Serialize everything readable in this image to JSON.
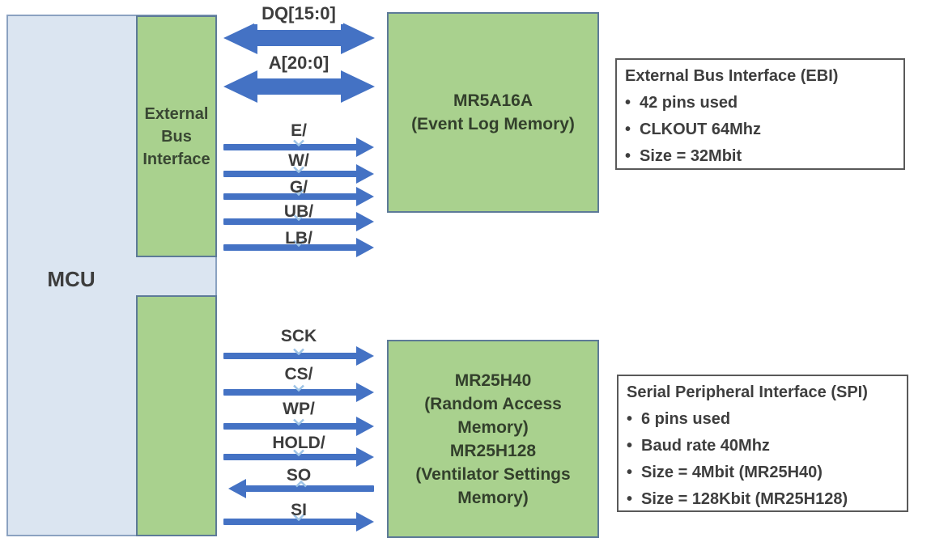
{
  "icons": {
    "bullet": "•"
  },
  "blocks": {
    "mcu": {
      "label": "MCU"
    },
    "ebi_interface": {
      "label": "External Bus Interface"
    },
    "event_log_memory": {
      "name": "MR5A16A",
      "subtitle": "(Event Log Memory)"
    },
    "settings_memory": {
      "name1": "MR25H40",
      "subtitle1": "(Random Access Memory)",
      "name2": "MR25H128",
      "subtitle2": "(Ventilator Settings Memory)"
    }
  },
  "signals": {
    "ebi": [
      {
        "label": "DQ[15:0]",
        "style": "bidirectional"
      },
      {
        "label": "A[20:0]",
        "style": "bidirectional"
      },
      {
        "label": "E/",
        "style": "right"
      },
      {
        "label": "W/",
        "style": "right"
      },
      {
        "label": "G/",
        "style": "right"
      },
      {
        "label": "UB/",
        "style": "right"
      },
      {
        "label": "LB/",
        "style": "right"
      }
    ],
    "spi": [
      {
        "label": "SCK",
        "style": "right"
      },
      {
        "label": "CS/",
        "style": "right"
      },
      {
        "label": "WP/",
        "style": "right"
      },
      {
        "label": "HOLD/",
        "style": "right"
      },
      {
        "label": "SO",
        "style": "left"
      },
      {
        "label": "SI",
        "style": "right"
      }
    ]
  },
  "notes": {
    "ebi": {
      "title": "External Bus Interface (EBI)",
      "items": [
        "42 pins used",
        "CLKOUT 64Mhz",
        "Size = 32Mbit"
      ]
    },
    "spi": {
      "title": "Serial Peripheral Interface (SPI)",
      "items": [
        "6 pins used",
        "Baud rate 40Mhz",
        "Size = 4Mbit (MR25H40)",
        "Size = 128Kbit (MR25H128)"
      ]
    }
  },
  "colors": {
    "mcu_fill": "#dbe5f1",
    "mcu_border": "#8ba2c1",
    "green_fill": "#a9d18e",
    "green_border": "#5d7a98",
    "arrow_blue": "#4472c4",
    "chevron_blue": "#9dc3e6",
    "note_border": "#595959",
    "text_dark": "#3d3d3d"
  }
}
